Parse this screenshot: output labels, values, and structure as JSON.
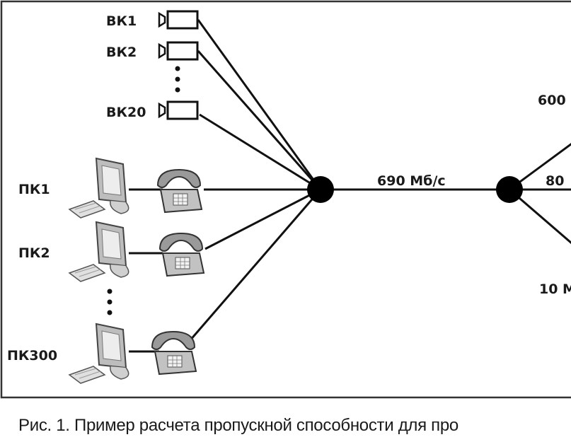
{
  "cameras": [
    {
      "label": "ВК1"
    },
    {
      "label": "ВК2"
    },
    {
      "label": "ВК20"
    }
  ],
  "pcs": [
    {
      "label": "ПК1"
    },
    {
      "label": "ПК2"
    },
    {
      "label": "ПК300"
    }
  ],
  "links": {
    "main": "690 Мб/с",
    "right_top": "600",
    "right_middle": "80",
    "right_bottom": "10 М"
  },
  "caption": "Рис. 1. Пример расчета пропускной способности для про"
}
